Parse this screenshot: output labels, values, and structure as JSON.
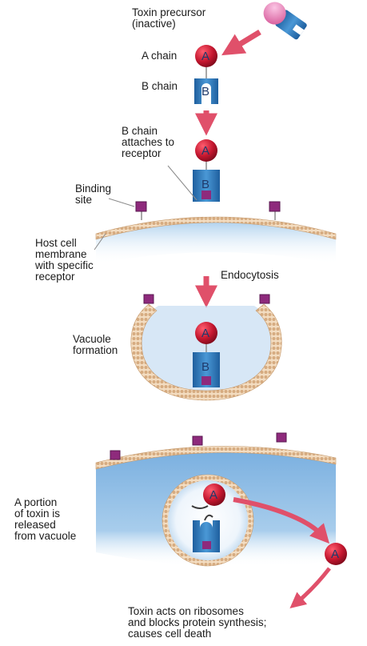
{
  "labels": {
    "toxin_precursor": "Toxin precursor\n(inactive)",
    "a_chain": "A chain",
    "b_chain": "B chain",
    "attaches": "B chain\nattaches to\nreceptor",
    "binding_site": "Binding\nsite",
    "host_membrane": "Host cell\nmembrane\nwith specific\nreceptor",
    "endocytosis": "Endocytosis",
    "vacuole_formation": "Vacuole\nformation",
    "released": "A portion\nof toxin is\nreleased\nfrom vacuole",
    "toxin_acts": "Toxin acts on ribosomes\nand blocks protein synthesis;\ncauses cell death"
  },
  "glyphs": {
    "a": "A",
    "b": "B"
  },
  "colors": {
    "membrane_dots": "#d8b48c",
    "cytoplasm": "#5f9bd0",
    "a_chain": "#b0132c",
    "b_chain": "#2d7cc1",
    "receptor": "#8e2a7c",
    "arrow": "#e0506a",
    "precursor_tip": "#e985c0"
  }
}
